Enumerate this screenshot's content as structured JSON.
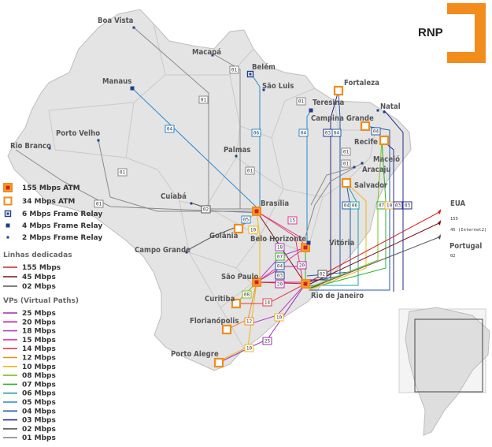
{
  "logo": {
    "text": "RNP",
    "color": "#f28c1c"
  },
  "cities": {
    "boa_vista": "Boa Vista",
    "macapa": "Macapá",
    "belem": "Belém",
    "manaus": "Manaus",
    "sao_luis": "São Luis",
    "fortaleza": "Fortaleza",
    "teresina": "Teresina",
    "natal": "Natal",
    "campina_grande": "Campina Grande",
    "porto_velho": "Porto Velho",
    "recife": "Recife",
    "rio_branco": "Rio Branco",
    "palmas": "Palmas",
    "maceio": "Maceió",
    "aracaju": "Aracaju",
    "salvador": "Salvador",
    "cuiaba": "Cuiabá",
    "brasilia": "Brasília",
    "goiania": "Goiânia",
    "belo_horizonte": "Belo Horizonte",
    "campo_grande": "Campo Grande",
    "vitoria": "Vitória",
    "sao_paulo": "São Paulo",
    "rio": "Rio de Janeiro",
    "curitiba": "Curitiba",
    "florianopolis": "Florianópolis",
    "porto_alegre": "Porto Alegre"
  },
  "external": {
    "eua": "EUA",
    "eua_155": "155",
    "eua_45": "45 (Internet2)",
    "portugal": "Portugal",
    "portugal_02": "02"
  },
  "legend": {
    "nodes": [
      {
        "label": "155 Mbps ATM",
        "icon": "atm-155-icon"
      },
      {
        "label": "34 Mbps ATM",
        "icon": "atm-34-icon"
      },
      {
        "label": "6 Mbps Frame Relay",
        "icon": "fr-6-icon"
      },
      {
        "label": "4 Mbps Frame Relay",
        "icon": "fr-4-icon"
      },
      {
        "label": "2 Mbps Frame Relay",
        "icon": "fr-2-icon"
      }
    ],
    "dedicated_title": "Linhas dedicadas",
    "dedicated": [
      {
        "label": "155 Mbps",
        "color": "#d42020"
      },
      {
        "label": "45 Mbps",
        "color": "#7a1010"
      },
      {
        "label": "02 Mbps",
        "color": "#555555"
      }
    ],
    "vp_title": "VPs (Virtual Paths)",
    "vps": [
      {
        "label": "25 Mbps",
        "color": "#9b2fae"
      },
      {
        "label": "20 Mbps",
        "color": "#c41fa8"
      },
      {
        "label": "18 Mbps",
        "color": "#b23bc4"
      },
      {
        "label": "15 Mbps",
        "color": "#e0339a"
      },
      {
        "label": "14 Mbps",
        "color": "#e03a4a"
      },
      {
        "label": "12 Mbps",
        "color": "#f08a1c"
      },
      {
        "label": "10 Mbps",
        "color": "#f2b51c"
      },
      {
        "label": "08 Mbps",
        "color": "#7cc61c"
      },
      {
        "label": "07 Mbps",
        "color": "#2fb02f"
      },
      {
        "label": "06 Mbps",
        "color": "#1fa0a8"
      },
      {
        "label": "05 Mbps",
        "color": "#2a8ad0"
      },
      {
        "label": "04 Mbps",
        "color": "#1f5aa8"
      },
      {
        "label": "03 Mbps",
        "color": "#2a2a8a"
      },
      {
        "label": "02 Mbps",
        "color": "#555555"
      },
      {
        "label": "01 Mbps",
        "color": "#888888"
      }
    ]
  },
  "link_tags": {
    "t01": "01",
    "t04": "04",
    "t06": "06",
    "t03": "03",
    "t02": "02",
    "t05": "05",
    "t10": "10",
    "t12": "12",
    "t14": "14",
    "t15": "15",
    "t18": "18",
    "t20": "20",
    "t25": "25",
    "t07": "07",
    "t08": "08"
  }
}
